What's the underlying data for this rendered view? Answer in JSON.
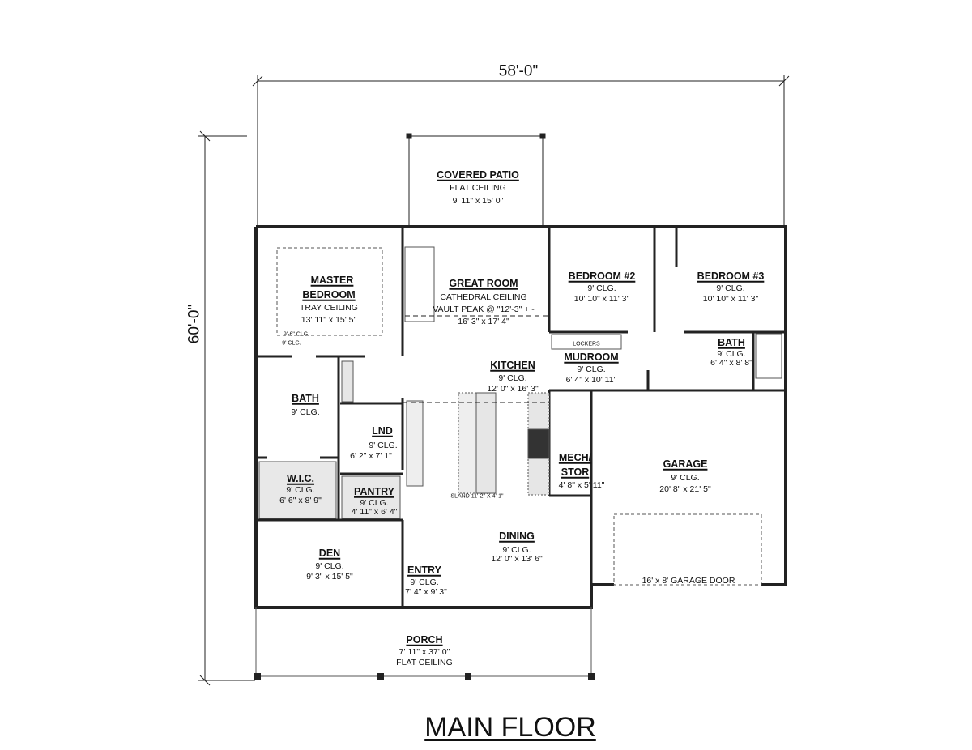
{
  "dimensions": {
    "width": "58'-0\"",
    "depth": "60'-0\""
  },
  "title": "MAIN FLOOR",
  "rooms": {
    "patio": {
      "name": "COVERED PATIO",
      "ceiling": "FLAT CEILING",
      "size": "9' 11\" x 15' 0\""
    },
    "master": {
      "name1": "MASTER",
      "name2": "BEDROOM",
      "ceiling": "TRAY CEILING",
      "size": "13' 11\" x 15' 5\"",
      "note1": "9'-6\" CLG.",
      "note2": "9' CLG."
    },
    "great": {
      "name": "GREAT ROOM",
      "ceiling": "CATHEDRAL CEILING",
      "vault": "VAULT PEAK @ \"12'-3\" + -",
      "size": "16' 3\" x 17' 4\""
    },
    "kitchen": {
      "name": "KITCHEN",
      "ceiling": "9' CLG.",
      "size": "12' 0\" x 16' 3\""
    },
    "bed2": {
      "name": "BEDROOM #2",
      "ceiling": "9' CLG.",
      "size": "10' 10\" x 11' 3\""
    },
    "bed3": {
      "name": "BEDROOM #3",
      "ceiling": "9' CLG.",
      "size": "10' 10\" x 11' 3\""
    },
    "lockers": "LOCKERS",
    "mudroom": {
      "name": "MUDROOM",
      "ceiling": "9' CLG.",
      "size": "6' 4\" x 10' 11\""
    },
    "bath2": {
      "name": "BATH",
      "ceiling": "9' CLG.",
      "size": "6' 4\" x 8' 8\""
    },
    "masterbath": {
      "name": "BATH",
      "ceiling": "9' CLG."
    },
    "lnd": {
      "name": "LND",
      "ceiling": "9' CLG.",
      "size": "6' 2\" x 7' 1\""
    },
    "wic": {
      "name": "W.I.C.",
      "ceiling": "9' CLG.",
      "size": "6' 6\" x 8' 9\""
    },
    "pantry": {
      "name": "PANTRY",
      "ceiling": "9' CLG.",
      "size": "4' 11\" x 6' 4\""
    },
    "island": "ISLAND 11'-2\" X 4'-1\"",
    "mech": {
      "name1": "MECH/",
      "name2": "STOR",
      "size": "4' 8\" x 5' 11\""
    },
    "garage": {
      "name": "GARAGE",
      "ceiling": "9' CLG.",
      "size": "20' 8\" x 21' 5\"",
      "door": "16' x 8' GARAGE DOOR"
    },
    "den": {
      "name": "DEN",
      "ceiling": "9' CLG.",
      "size": "9' 3\" x 15' 5\""
    },
    "entry": {
      "name": "ENTRY",
      "ceiling": "9' CLG.",
      "size": "7' 4\" x 9' 3\""
    },
    "dining": {
      "name": "DINING",
      "ceiling": "9' CLG.",
      "size": "12' 0\" x 13' 6\""
    },
    "porch": {
      "name": "PORCH",
      "size": "7' 11\" x 37' 0\"",
      "ceiling": "FLAT CEILING"
    }
  }
}
